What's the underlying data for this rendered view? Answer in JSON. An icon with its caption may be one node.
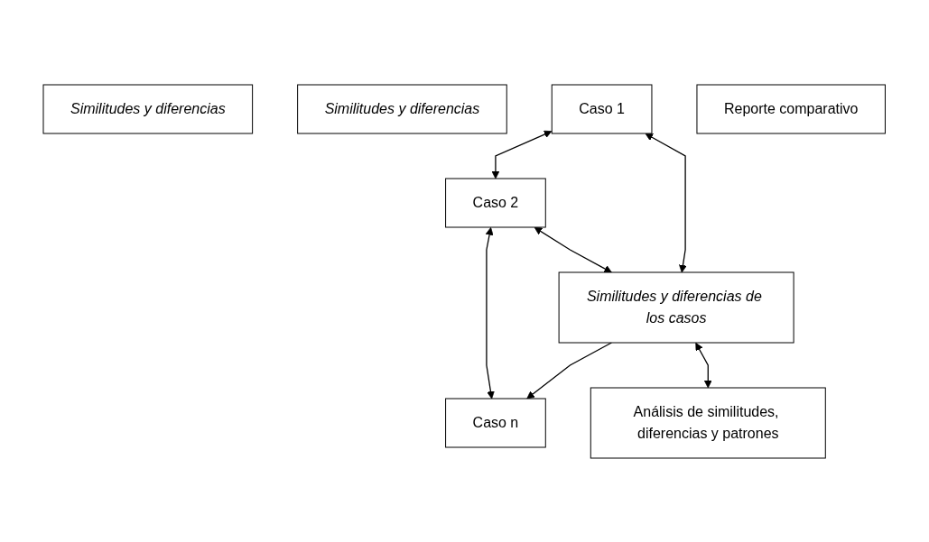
{
  "diagram": {
    "nodes": [
      {
        "text": [
          "Similitudes y diferencias"
        ]
      },
      {
        "text": [
          "Similitudes y diferencias"
        ]
      },
      {
        "text": [
          "Caso 1"
        ]
      },
      {
        "text": [
          "Caso 2"
        ]
      },
      {
        "text": [
          "Caso n"
        ]
      },
      {
        "text": [
          "Similitudes y diferencias de los casos"
        ]
      },
      {
        "text": [
          "Análisis de similitudes, diferencias y patrones"
        ]
      },
      {
        "text": [
          "Reporte comparativo"
        ]
      }
    ],
    "edges": [
      {
        "from": 2,
        "to": 3,
        "arrow": "both"
      },
      {
        "from": 3,
        "to": 4,
        "arrow": "both"
      },
      {
        "from": 3,
        "to": 5,
        "arrow": "both"
      },
      {
        "from": 2,
        "to": 5,
        "arrow": "both"
      },
      {
        "from": 5,
        "to": 4,
        "arrow": "to"
      },
      {
        "from": 5,
        "to": 6,
        "arrow": "both"
      }
    ]
  }
}
